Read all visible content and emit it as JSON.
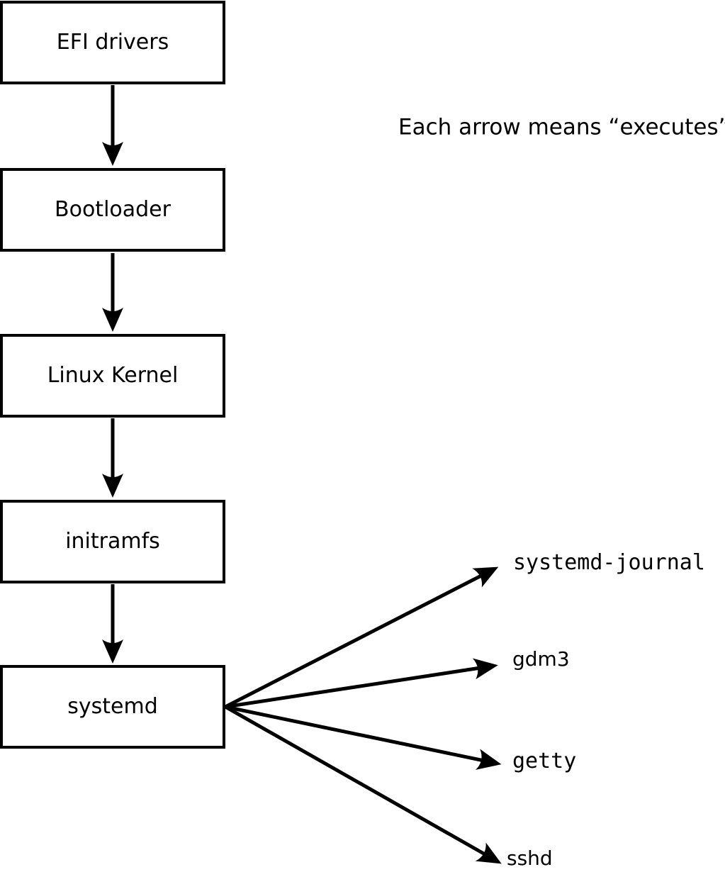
{
  "diagram": {
    "annotation": "Each arrow means “executes”.",
    "chain": [
      {
        "label": "EFI drivers"
      },
      {
        "label": "Bootloader"
      },
      {
        "label": "Linux Kernel"
      },
      {
        "label": "initramfs"
      },
      {
        "label": "systemd"
      }
    ],
    "spawned": [
      {
        "label": "systemd-journal"
      },
      {
        "label": "gdm3"
      },
      {
        "label": "getty"
      },
      {
        "label": "sshd"
      }
    ],
    "colors": {
      "stroke": "#000000",
      "background": "#ffffff",
      "box_fill": "#ffffff",
      "text": "#000000"
    }
  }
}
